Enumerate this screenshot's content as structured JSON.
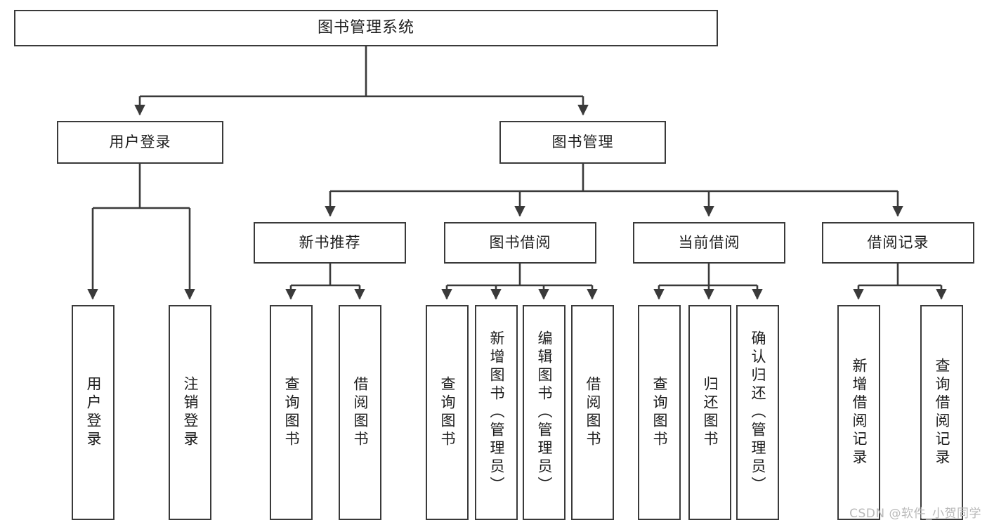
{
  "diagram": {
    "title": "图书管理系统",
    "root": {
      "label": "图书管理系统"
    },
    "level2": [
      {
        "label": "用户登录"
      },
      {
        "label": "图书管理"
      }
    ],
    "level3": [
      {
        "label": "新书推荐"
      },
      {
        "label": "图书借阅"
      },
      {
        "label": "当前借阅"
      },
      {
        "label": "借阅记录"
      }
    ],
    "leaves": [
      {
        "label": "用户登录"
      },
      {
        "label": "注销登录"
      },
      {
        "label": "查询图书"
      },
      {
        "label": "借阅图书"
      },
      {
        "label": "查询图书"
      },
      {
        "label": "新增图书（管理员）"
      },
      {
        "label": "编辑图书（管理员）"
      },
      {
        "label": "借阅图书"
      },
      {
        "label": "查询图书"
      },
      {
        "label": "归还图书"
      },
      {
        "label": "确认归还（管理员）"
      },
      {
        "label": "新增借阅记录"
      },
      {
        "label": "查询借阅记录"
      }
    ]
  },
  "watermark": {
    "text": "CSDN @软件_小贺同学"
  },
  "colors": {
    "border": "#3a3a3a",
    "text": "#1d1d1d",
    "background": "#ffffff",
    "watermark": "#b9b9b9"
  }
}
